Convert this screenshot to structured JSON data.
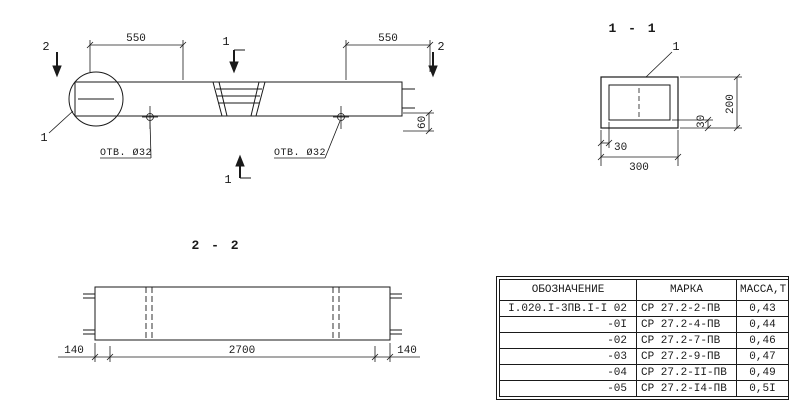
{
  "titles": {
    "section_1_1": "1 - 1",
    "section_2_2": "2 - 2"
  },
  "elevation": {
    "dim_left": "550",
    "dim_right": "550",
    "dim_end": "60",
    "hole_left_label": "ОТВ. Ø32",
    "hole_right_label": "ОТВ. Ø32",
    "marker_section_2_left": "2",
    "marker_section_2_right": "2",
    "marker_section_1_top": "1",
    "marker_section_1_bottom": "1",
    "detail_callout": "1"
  },
  "section_1_1": {
    "leader_label": "1",
    "dim_width": "300",
    "dim_height": "200",
    "dim_wall_horizontal": "30",
    "dim_wall_vertical": "30"
  },
  "section_2_2": {
    "dim_left_end": "140",
    "dim_span": "2700",
    "dim_right_end": "140"
  },
  "table": {
    "headers": [
      "ОБОЗНАЧЕНИЕ",
      "МАРКА",
      "МАССА,Т"
    ],
    "rows": [
      [
        "I.020.I-3ПВ.I-I 02",
        "СР 27.2-2-ПВ",
        "0,43"
      ],
      [
        "-0I",
        "СР 27.2-4-ПВ",
        "0,44"
      ],
      [
        "-02",
        "СР 27.2-7-ПВ",
        "0,46"
      ],
      [
        "-03",
        "СР 27.2-9-ПВ",
        "0,47"
      ],
      [
        "-04",
        "СР 27.2-II-ПВ",
        "0,49"
      ],
      [
        "-05",
        "СР 27.2-I4-ПВ",
        "0,5I"
      ]
    ]
  }
}
